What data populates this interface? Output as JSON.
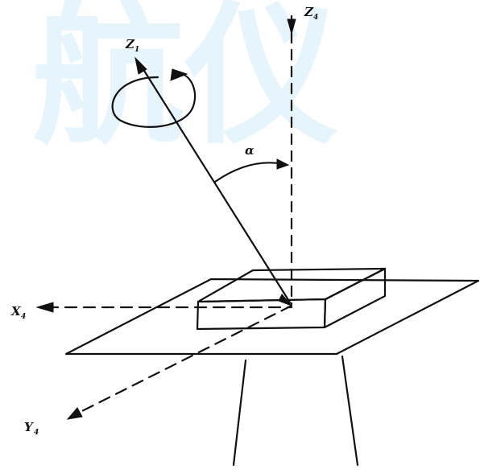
{
  "watermark": {
    "text": "航仪",
    "color": "#e6f4fc"
  },
  "diagram": {
    "line_color": "#111111",
    "labels": {
      "z_top": "Z",
      "z_top_sub": "4",
      "z_tilted": "Z",
      "z_tilted_sub": "1",
      "x_axis": "X",
      "x_axis_sub": "4",
      "y_axis": "Y",
      "y_axis_sub": "4",
      "angle": "α"
    }
  }
}
